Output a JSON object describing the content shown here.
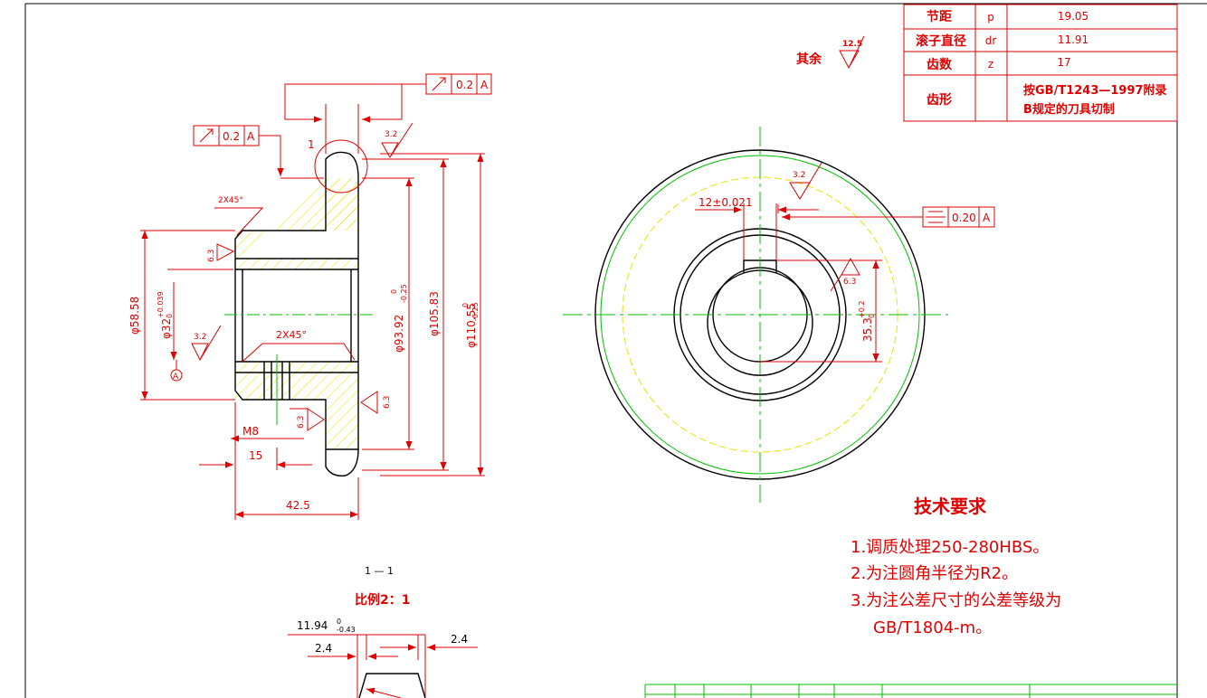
{
  "title_table": {
    "rows": [
      {
        "label": "节距",
        "symbol": "p",
        "value": "19.05"
      },
      {
        "label": "滚子直径",
        "symbol": "dr",
        "value": "11.91"
      },
      {
        "label": "齿数",
        "symbol": "z",
        "value": "17"
      },
      {
        "label": "齿形",
        "symbol": "",
        "value_line1": "按GB/T1243—1997附录",
        "value_line2": "B规定的刀具切制"
      }
    ]
  },
  "surface_note": {
    "prefix": "其余",
    "roughness": "12.5"
  },
  "section_view": {
    "runout_top": {
      "value": "0.2",
      "datum": "A"
    },
    "runout_left": {
      "value": "0.2",
      "datum": "A"
    },
    "detail_callout": "1",
    "roughness_top": "3.2",
    "roughness_hub": "6.3",
    "roughness_bore": "3.2",
    "roughness_face": "6.3",
    "roughness_inner": "6.3",
    "chamfer_outer": "2X45°",
    "chamfer_inner": "2X45°",
    "dia_hub": "φ58.58",
    "dia_bore": "φ32",
    "dia_bore_tol_upper": "+0.039",
    "dia_bore_tol_lower": "0",
    "dia_root": "φ93.92",
    "dia_root_tol_upper": "0",
    "dia_root_tol_lower": "-0.25",
    "dia_pitch": "φ105.83",
    "dia_tip": "φ110.55",
    "dia_tip_tol_upper": "0",
    "dia_tip_tol_lower": "-0.25",
    "thread": "M8",
    "thread_pos": "15",
    "hub_length": "42.5",
    "datum_label": "A"
  },
  "front_view": {
    "keyway_width": "12±0.021",
    "symmetry": {
      "value": "0.20",
      "datum": "A"
    },
    "roughness_key": "3.2",
    "roughness_keyside": "6.3",
    "keyway_depth": "35.3",
    "keyway_depth_tol_upper": "+0.2",
    "keyway_depth_tol_lower": "0"
  },
  "detail_view": {
    "label": "1 — 1",
    "scale": "比例2：1",
    "width": "11.94",
    "width_tol_upper": "0",
    "width_tol_lower": "-0.43",
    "chamfer_left": "2.4",
    "chamfer_right": "2.4"
  },
  "tech_requirements": {
    "heading": "技术要求",
    "items": [
      "1.调质处理250-280HBS。",
      "2.为注圆角半径为R2。",
      "3.为注公差尺寸的公差等级为",
      "GB/T1804-m。"
    ]
  }
}
